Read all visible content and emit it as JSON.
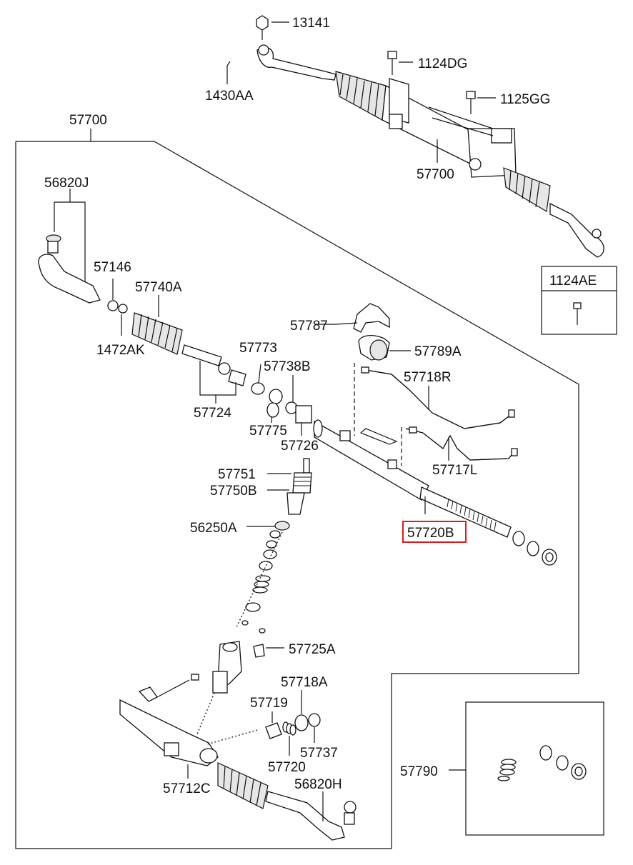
{
  "labels": {
    "l13141": "13141",
    "l1430AA": "1430AA",
    "l1124DG": "1124DG",
    "l1125GG": "1125GG",
    "l57700_top": "57700",
    "l57700_main": "57700",
    "l56820J": "56820J",
    "l57146": "57146",
    "l57740A": "57740A",
    "l1472AK": "1472AK",
    "l1124AE": "1124AE",
    "l57787": "57787",
    "l57789A": "57789A",
    "l57773": "57773",
    "l57738B": "57738B",
    "l57718R": "57718R",
    "l57724": "57724",
    "l57775": "57775",
    "l57726": "57726",
    "l57717L": "57717L",
    "l57751": "57751",
    "l57750B": "57750B",
    "l57720B": "57720B",
    "l56250A": "56250A",
    "l57725A": "57725A",
    "l57718A": "57718A",
    "l57719": "57719",
    "l57737": "57737",
    "l57720": "57720",
    "l57712C": "57712C",
    "l56820H": "56820H",
    "l57790": "57790"
  },
  "highlight_color": "#e01b1b"
}
